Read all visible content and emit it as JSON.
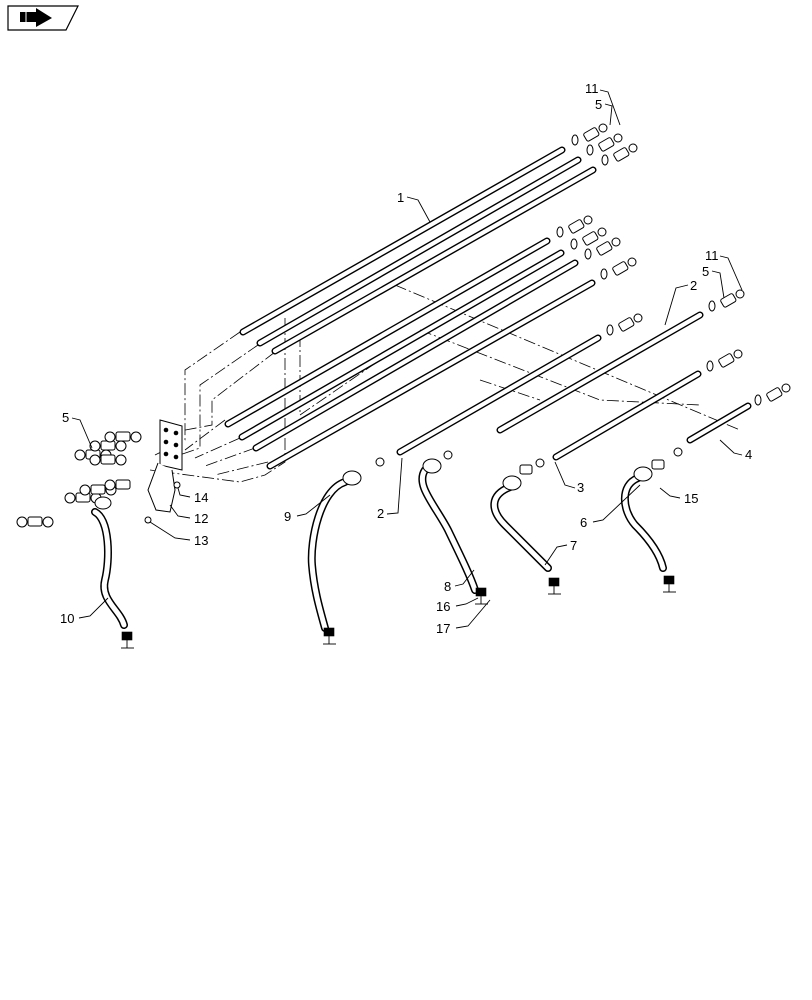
{
  "callouts": {
    "c1": "1",
    "c2a": "2",
    "c2b": "2",
    "c3": "3",
    "c4": "4",
    "c5a": "5",
    "c5b": "5",
    "c5c": "5",
    "c6": "6",
    "c7": "7",
    "c8": "8",
    "c9": "9",
    "c10": "10",
    "c11a": "11",
    "c11b": "11",
    "c12": "12",
    "c13": "13",
    "c14": "14",
    "c15": "15",
    "c16": "16",
    "c17": "17"
  },
  "icons": {
    "nav": "arrow-page-icon"
  }
}
